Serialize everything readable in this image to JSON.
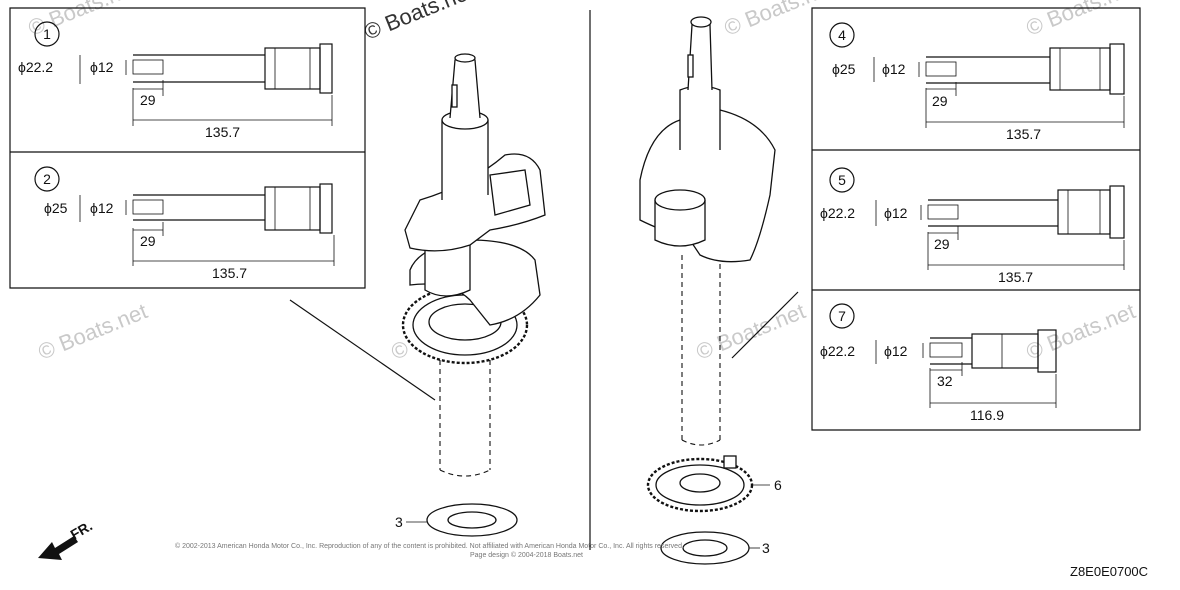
{
  "watermark": "© Boats.net",
  "copyright_line1": "© 2002-2013 American Honda Motor Co., Inc. Reproduction of any of the content is prohibited. Not affiliated with American Honda Motor Co., Inc. All rights reserved.",
  "copyright_line2": "Page design © 2004-2018 Boats.net",
  "diagram_code": "Z8E0E0700C",
  "direction_label": "FR.",
  "callouts": {
    "c1": {
      "num": "1",
      "outer": "ϕ22.2",
      "inner": "ϕ12",
      "short": "29",
      "long": "135.7"
    },
    "c2": {
      "num": "2",
      "outer": "ϕ25",
      "inner": "ϕ12",
      "short": "29",
      "long": "135.7"
    },
    "c4": {
      "num": "4",
      "outer": "ϕ25",
      "inner": "ϕ12",
      "short": "29",
      "long": "135.7"
    },
    "c5": {
      "num": "5",
      "outer": "ϕ22.2",
      "inner": "ϕ12",
      "short": "29",
      "long": "135.7"
    },
    "c7": {
      "num": "7",
      "outer": "ϕ22.2",
      "inner": "ϕ12",
      "short": "32",
      "long": "116.9"
    }
  },
  "parts": {
    "washer_left": "3",
    "gear_right": "6",
    "washer_right": "3"
  }
}
